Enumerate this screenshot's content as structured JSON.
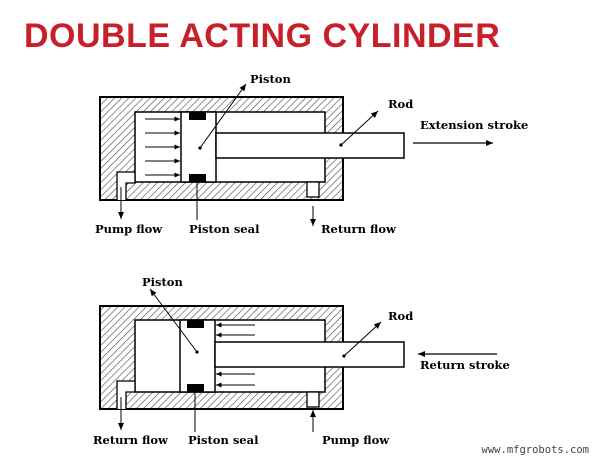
{
  "title": "DOUBLE ACTING CYLINDER",
  "colors": {
    "title": "#c8202a",
    "ink": "#000000",
    "hatch": "#555555"
  },
  "top_diagram": {
    "piston_label": "Piston",
    "rod_label": "Rod",
    "stroke_label": "Extension stroke",
    "left_port_label": "Pump flow",
    "seal_label": "Piston seal",
    "right_port_label": "Return flow"
  },
  "bottom_diagram": {
    "piston_label": "Piston",
    "rod_label": "Rod",
    "stroke_label": "Return stroke",
    "left_port_label": "Return flow",
    "seal_label": "Piston seal",
    "right_port_label": "Pump flow"
  },
  "watermark": "www.mfgrobots.com"
}
